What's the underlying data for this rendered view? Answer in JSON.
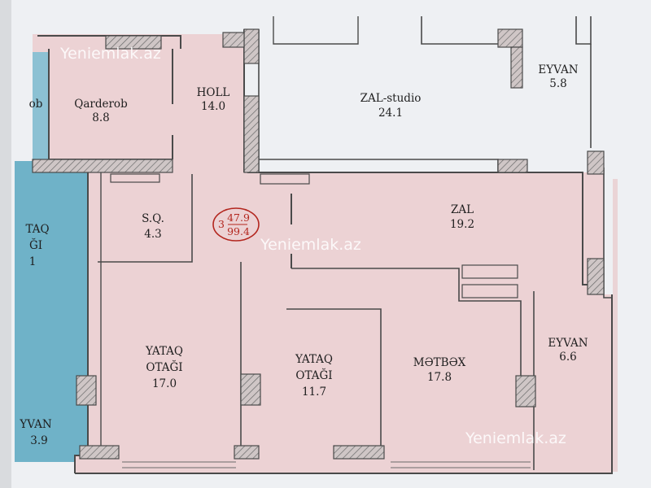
{
  "watermark": "Yeniemlak.az",
  "apartment": {
    "number": "3",
    "living_area": "47.9",
    "total_area": "99.4"
  },
  "colors": {
    "paper": "#eef0f3",
    "pink": "#ecd2d4",
    "blue": "#6fb2c8",
    "wall": "#4a4a4a",
    "badge": "#b3261e"
  },
  "rooms": {
    "qarderob": {
      "name": "Qarderob",
      "area": "8.8"
    },
    "holl": {
      "name": "HOLL",
      "area": "14.0"
    },
    "zal_studio": {
      "name": "ZAL-studio",
      "area": "24.1"
    },
    "eyvan_top": {
      "name": "EYVAN",
      "area": "5.8"
    },
    "zal": {
      "name": "ZAL",
      "area": "19.2"
    },
    "sq": {
      "name": "S.Q.",
      "area": "4.3"
    },
    "yataq1": {
      "name_line1": "YATAQ",
      "name_line2": "OTAĞI",
      "area": "17.0"
    },
    "yataq2": {
      "name_line1": "YATAQ",
      "name_line2": "OTAĞI",
      "area": "11.7"
    },
    "metbex": {
      "name": "MƏTBƏX",
      "area": "17.8"
    },
    "eyvan_right": {
      "name": "EYVAN",
      "area": "6.6"
    }
  },
  "neighbor": {
    "partial_top": "ob",
    "partial_mid1": "TAQ",
    "partial_mid2": "ĞI",
    "partial_mid3": "1",
    "partial_eyvan": "YVAN",
    "partial_eyvan_area": "3.9"
  }
}
